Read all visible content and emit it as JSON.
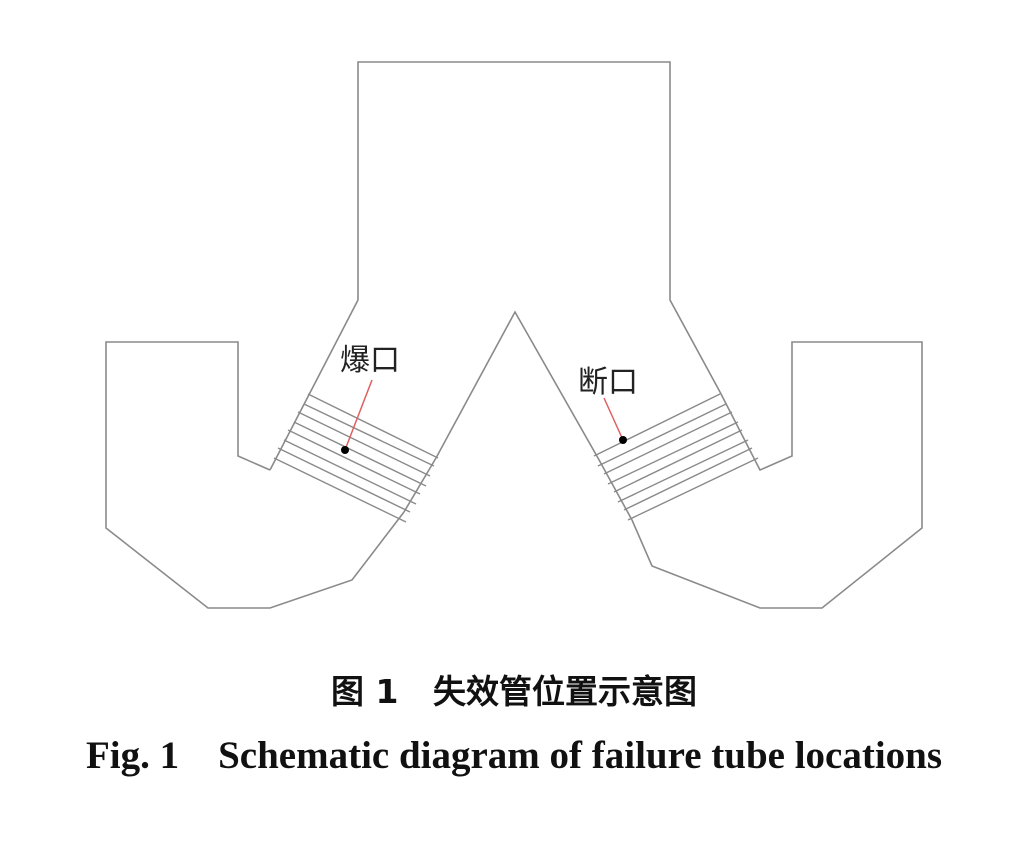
{
  "labels": {
    "left_location": "爆口",
    "right_location": "断口"
  },
  "caption": {
    "cn": "图 1   失效管位置示意图",
    "en": "Fig. 1    Schematic diagram of failure tube locations"
  },
  "colors": {
    "outline": "#8a8a8a",
    "leader_line": "#e06060",
    "marker": "#000000",
    "text": "#111111"
  }
}
